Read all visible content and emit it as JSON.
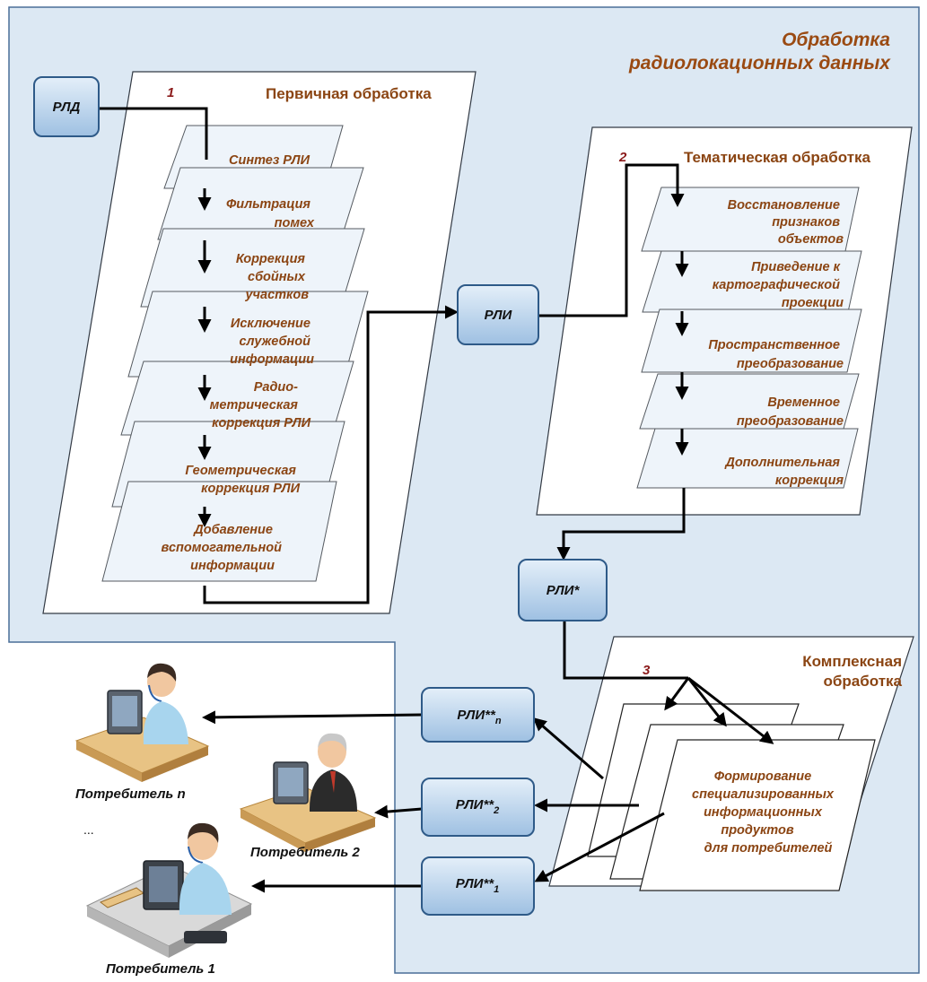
{
  "title_line1": "Обработка",
  "title_line2": "радиолокационных данных",
  "sections": {
    "primary": "Первичная обработка",
    "thematic": "Тематическая обработка",
    "complex_line1": "Комплексная",
    "complex_line2": "обработка"
  },
  "numbers": {
    "n1": "1",
    "n2": "2",
    "n3": "3"
  },
  "boxes": {
    "rld": "РЛД",
    "rli": "РЛИ",
    "rli_star": "РЛИ*",
    "rli_n": "РЛИ**",
    "rli_n_sub": "n",
    "rli_2": "РЛИ**",
    "rli_2_sub": "2",
    "rli_1": "РЛИ**",
    "rli_1_sub": "1"
  },
  "primary_steps": [
    [
      "Синтез РЛИ"
    ],
    [
      "Фильтрация",
      "помех"
    ],
    [
      "Коррекция",
      "сбойных",
      "участков"
    ],
    [
      "Исключение",
      "служебной",
      "информации"
    ],
    [
      "Радио-",
      "метрическая",
      "коррекция РЛИ"
    ],
    [
      "Геометрическая",
      "коррекция РЛИ"
    ],
    [
      "Добавление",
      "вспомогательной",
      "информации"
    ]
  ],
  "thematic_steps": [
    [
      "Восстановление",
      "признаков",
      "объектов"
    ],
    [
      "Приведение к",
      "картографической",
      "проекции"
    ],
    [
      "Пространственное",
      "преобразование"
    ],
    [
      "Временное",
      "преобразование"
    ],
    [
      "Дополнительная",
      "коррекция"
    ]
  ],
  "complex_text": [
    "Формирование",
    "специализированных",
    "информационных",
    "продуктов",
    "для потребителей"
  ],
  "consumers": {
    "c_n": "Потребитель n",
    "c_2": "Потребитель 2",
    "c_1": "Потребитель 1",
    "ellipsis": "..."
  },
  "colors": {
    "background": "#dce8f3",
    "box_fill": "#c9ddf0",
    "box_border": "#2e5a88",
    "label": "#8b4513",
    "number": "#8b1a1a"
  }
}
